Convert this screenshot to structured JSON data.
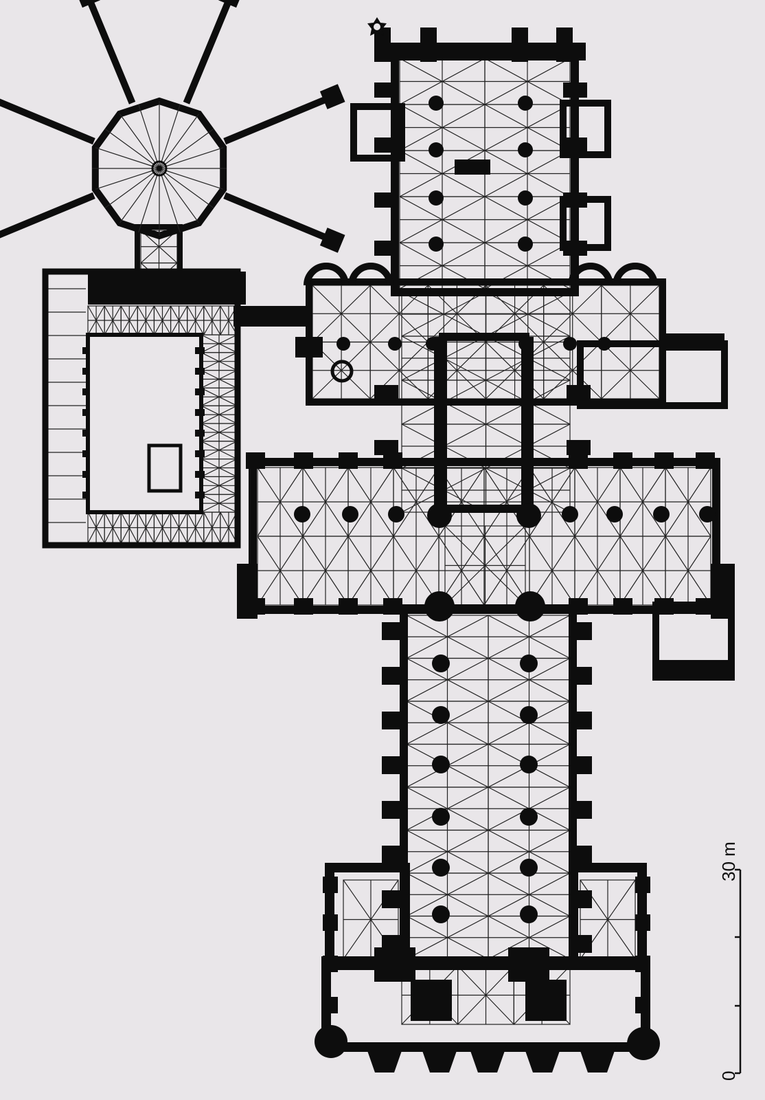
{
  "scale_bar": {
    "label_max": "30 m",
    "label_min": "0",
    "ticks_m": [
      0,
      10,
      20,
      30
    ]
  },
  "colors": {
    "background": "#e9e6e9",
    "ink": "#0d0d0d"
  }
}
